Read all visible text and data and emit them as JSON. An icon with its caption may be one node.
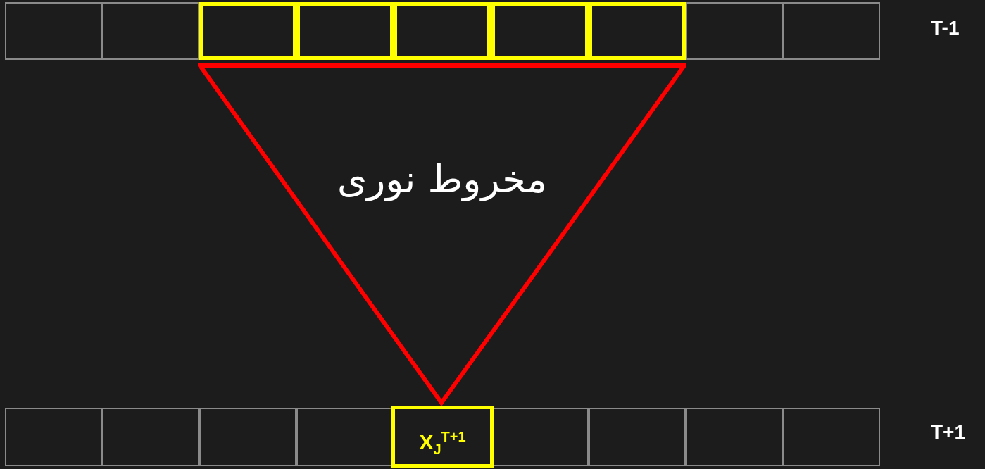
{
  "diagram": {
    "nodes": [
      {
        "text": [],
        "shape": "box"
      },
      {
        "text": [],
        "shape": "box"
      },
      {
        "text": [],
        "shape": "box"
      },
      {
        "text": [],
        "shape": "box"
      },
      {
        "text": [],
        "shape": "box"
      },
      {
        "text": [],
        "shape": "box"
      },
      {
        "text": [],
        "shape": "box"
      },
      {
        "text": [],
        "shape": "box"
      },
      {
        "text": [],
        "shape": "box"
      },
      {
        "text": [
          "مخروط نوری"
        ]
      },
      {
        "text": [],
        "shape": "box"
      },
      {
        "text": [],
        "shape": "box"
      },
      {
        "text": [],
        "shape": "box"
      },
      {
        "text": [],
        "shape": "box"
      },
      {
        "text": [
          "X$_{J}$$^{T+1}$"
        ]
      },
      {
        "text": [],
        "shape": "box"
      },
      {
        "text": [],
        "shape": "box"
      },
      {
        "text": [],
        "shape": "box"
      },
      {
        "text": [],
        "shape": "box"
      }
    ],
    "edges": [],
    "labels": [
      "T-1",
      "T+1"
    ]
  }
}
